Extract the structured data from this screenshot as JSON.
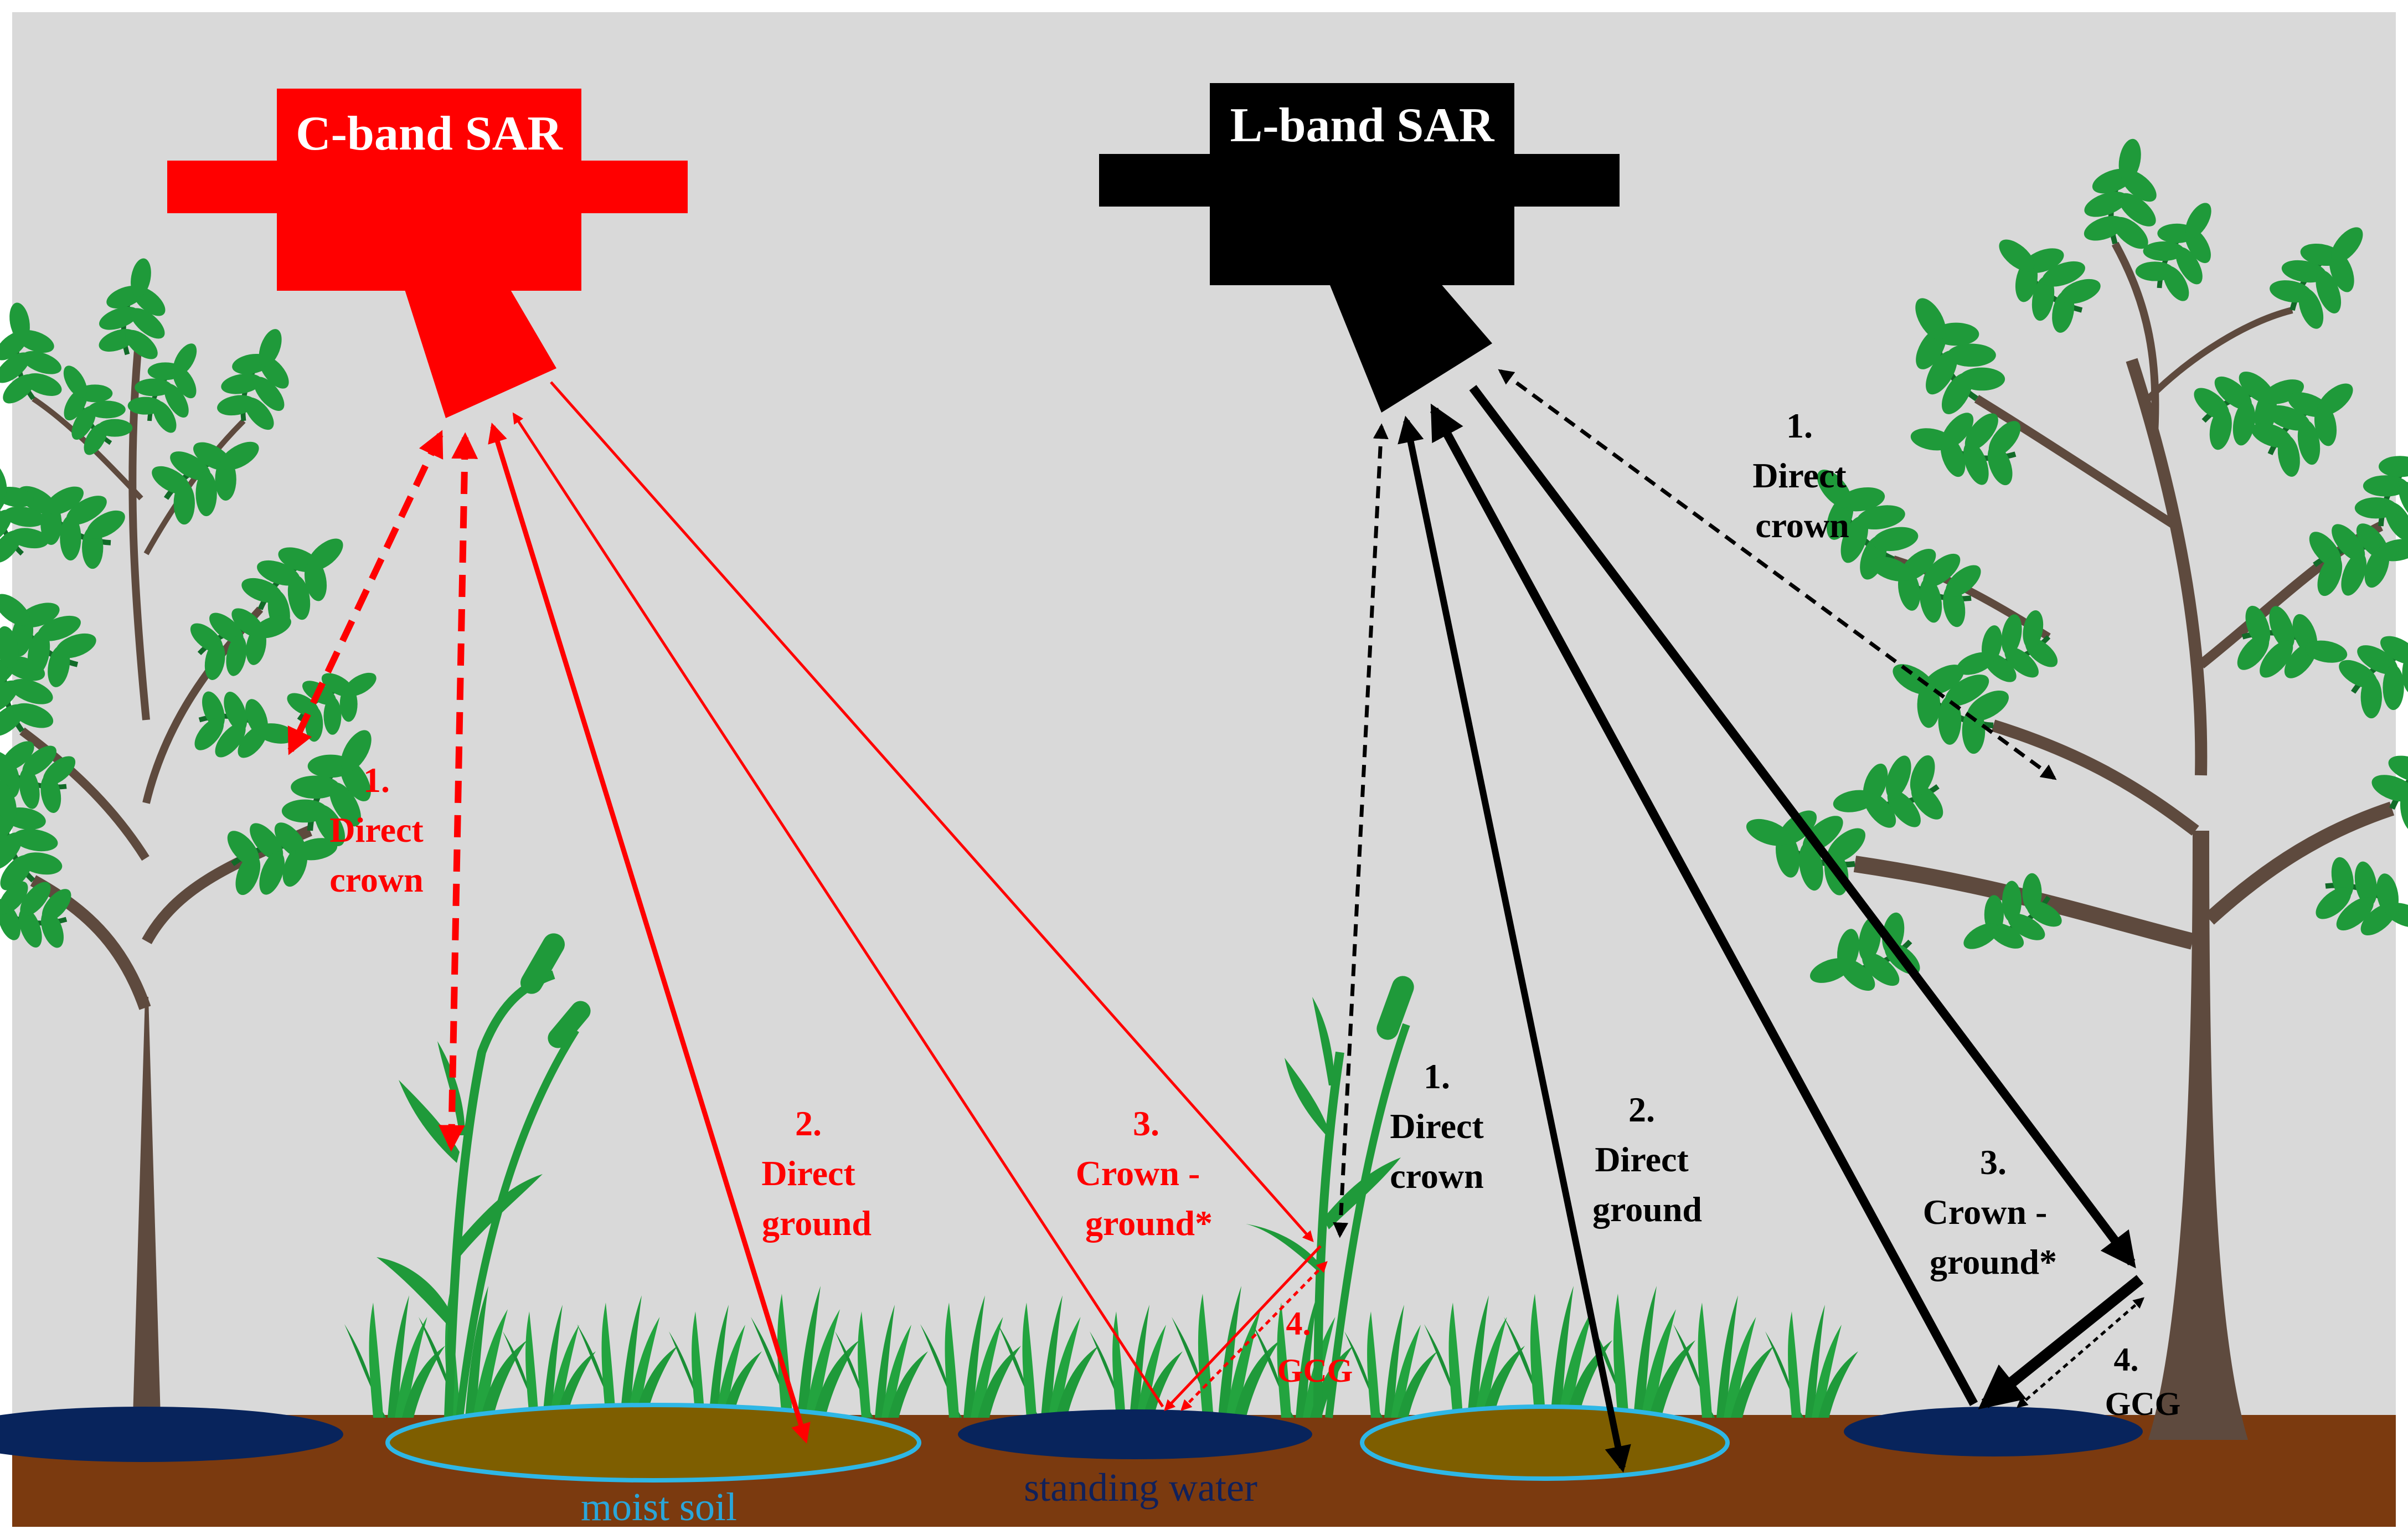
{
  "colors": {
    "sky": "#d9d9d9",
    "ground": "#7b3a0f",
    "water": "#08245c",
    "moist_soil": "#7e5e00",
    "moist_soil_outline": "#2eb7e6",
    "leaf": "#1f9a3a",
    "leaf_dark": "#116b28",
    "trunk": "#5e4a3e",
    "c_band": "#ff0000",
    "l_band": "#000000",
    "standing_water_label": "#10205a",
    "moist_soil_label": "#2aa6d9"
  },
  "sensors": {
    "c_band": {
      "title": "C-band SAR"
    },
    "l_band": {
      "title": "L-band SAR"
    }
  },
  "c_band_labels": {
    "direct_crown": [
      "1.",
      "Direct",
      "crown"
    ],
    "direct_ground": [
      "2.",
      "Direct",
      "ground"
    ],
    "crown_ground": [
      "3.",
      "Crown -",
      "ground*"
    ],
    "gcg": [
      "4.",
      "GCG"
    ]
  },
  "l_band_labels": {
    "direct_crown_tree": [
      "1.",
      "Direct",
      "crown"
    ],
    "direct_crown_reed": [
      "1.",
      "Direct",
      "crown"
    ],
    "direct_ground": [
      "2.",
      "Direct",
      "ground"
    ],
    "crown_ground": [
      "3.",
      "Crown -",
      "ground*"
    ],
    "gcg": [
      "4.",
      "GCG"
    ]
  },
  "surfaces": {
    "moist_soil": "moist soil",
    "standing_water": "standing water"
  }
}
